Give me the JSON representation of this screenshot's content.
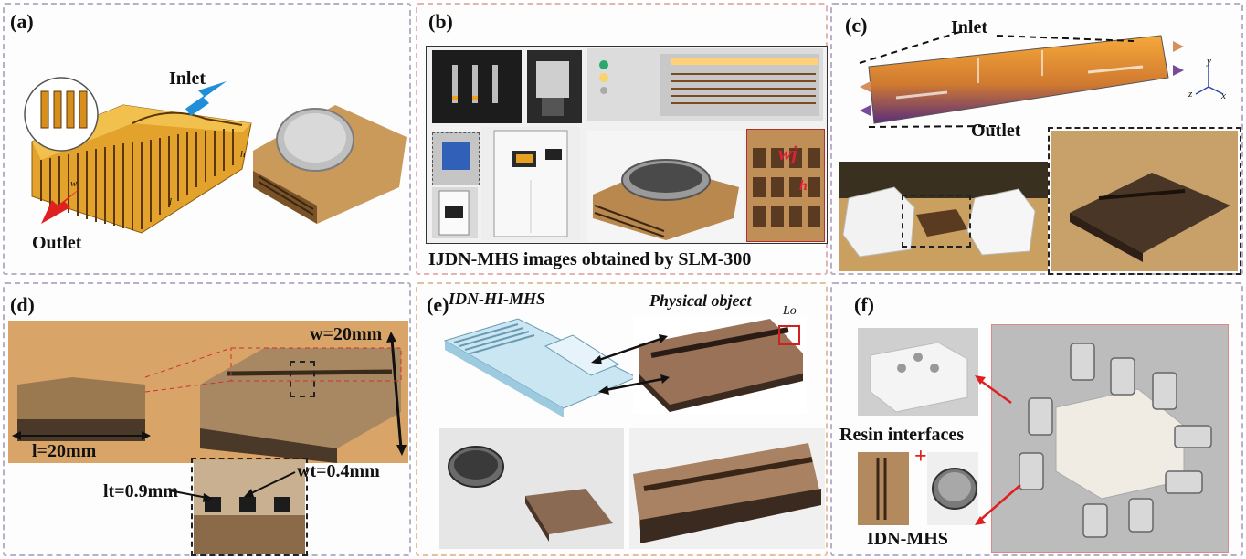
{
  "panels": {
    "a": {
      "tag": "(a)",
      "inlet": "Inlet",
      "outlet": "Outlet",
      "dim_w": "w",
      "dim_l": "l",
      "dim_h": "h"
    },
    "b": {
      "tag": "(b)",
      "caption": "IJDN-MHS images obtained by SLM-300",
      "symbol_w": "wj",
      "symbol_h": "h"
    },
    "c": {
      "tag": "(c)",
      "inlet": "Inlet",
      "outlet": "Outlet",
      "axis_y": "y",
      "axis_z": "z",
      "axis_x": "x"
    },
    "d": {
      "tag": "(d)",
      "w_dim": "w=20mm",
      "l_dim": "l=20mm",
      "lt_dim": "lt=0.9mm",
      "wt_dim": "wt=0.4mm"
    },
    "e": {
      "tag": "(e)",
      "title_left": "IDN-HI-MHS",
      "title_right": "Physical object",
      "symbol_lo": "Lo"
    },
    "f": {
      "tag": "(f)",
      "resin": "Resin interfaces",
      "plus": "+",
      "idn": "IDN-MHS"
    }
  }
}
